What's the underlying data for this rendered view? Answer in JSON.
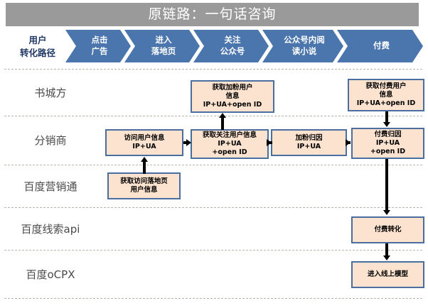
{
  "header": {
    "title": "原链路：一句话咨询",
    "background_color": "#9a9a9a",
    "text_color": "#ffffff"
  },
  "colors": {
    "chevron_fill": "#4a76ad",
    "box_fill": "#fce3cf",
    "box_border": "#4a6f9e",
    "lane_divider": "#b8b3a8",
    "arrow": "#000000",
    "path_label": "#1f3864"
  },
  "conversion_path": {
    "label_line1": "用户",
    "label_line2": "转化路径",
    "steps": [
      {
        "line1": "点击",
        "line2": "广告"
      },
      {
        "line1": "进入",
        "line2": "落地页"
      },
      {
        "line1": "关注",
        "line2": "公众号"
      },
      {
        "line1": "公众号内阅",
        "line2": "读小说"
      },
      {
        "line1": "付费",
        "line2": ""
      }
    ]
  },
  "lanes": [
    {
      "label": "书城方"
    },
    {
      "label": "分销商"
    },
    {
      "label": "百度营销通"
    },
    {
      "label": "百度线索api"
    },
    {
      "label": "百度oCPX"
    }
  ],
  "boxes": {
    "fan_user_info": {
      "l1": "获取加粉用户",
      "l2": "信息",
      "l3": "IP+UA+open ID"
    },
    "pay_user_info": {
      "l1": "获取付费用户",
      "l2": "信息",
      "l3": "IP+UA+open ID"
    },
    "visit_user_info": {
      "l1": "访问用户信息",
      "l2": "IP+UA",
      "l3": ""
    },
    "follow_user_info": {
      "l1": "获取关注用户信息",
      "l2": "IP+UA",
      "l3": "+open ID"
    },
    "fan_attribution": {
      "l1": "加粉归因",
      "l2": "IP+UA",
      "l3": ""
    },
    "pay_attribution": {
      "l1": "付费归因",
      "l2": "IP+UA",
      "l3": "+open ID"
    },
    "landing_user_info": {
      "l1": "获取访问落地页",
      "l2": "用户信息",
      "l3": ""
    },
    "pay_conversion": {
      "l1": "付费转化",
      "l2": "",
      "l3": ""
    },
    "enter_online_model": {
      "l1": "进入线上模型",
      "l2": "",
      "l3": ""
    }
  }
}
